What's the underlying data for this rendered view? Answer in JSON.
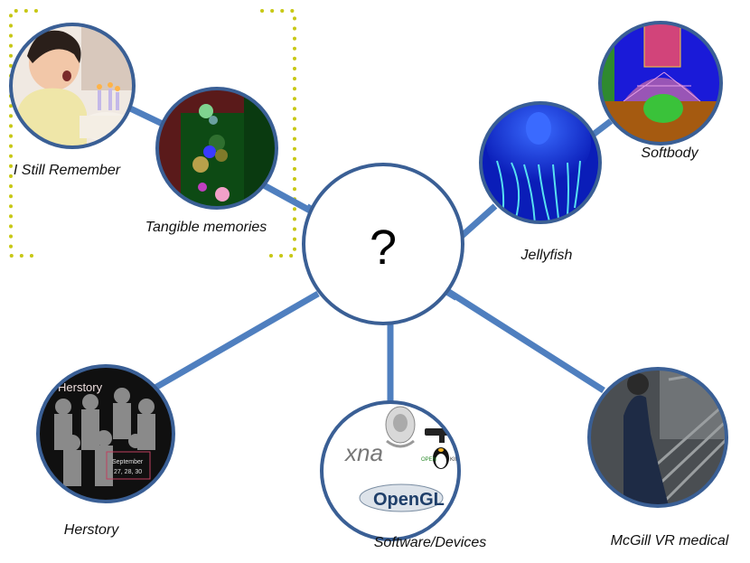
{
  "center": {
    "symbol": "?"
  },
  "nodes": {
    "remember": {
      "label": "I Still Remember"
    },
    "tangible": {
      "label": "Tangible memories"
    },
    "jellyfish": {
      "label": "Jellyfish"
    },
    "softbody": {
      "label": "Softbody"
    },
    "herstory": {
      "label": "Herstory",
      "poster_title": "Herstory",
      "poster_month": "September",
      "poster_dates": "27, 28, 30"
    },
    "software": {
      "label": "Software/Devices",
      "logo_xna": "xna",
      "logo_open": "OPEN",
      "logo_kinect": "KINECT",
      "logo_opengl": "OpenGL"
    },
    "mcgill": {
      "label": "McGill VR medical"
    }
  },
  "colors": {
    "connector": "#4f7fbf",
    "circle_border": "#3a5f95",
    "group_dots": "#c8c816"
  }
}
